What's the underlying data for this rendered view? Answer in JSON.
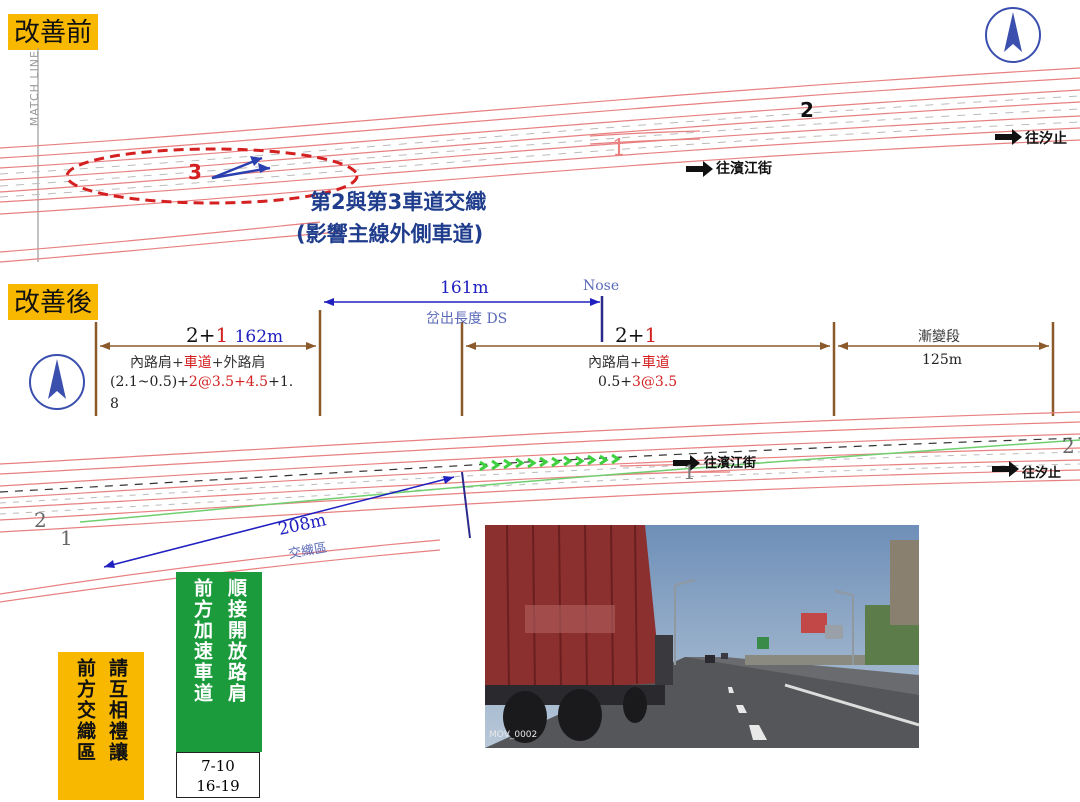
{
  "before": {
    "tag": "改善前",
    "match_line": "MATCH LINE",
    "lane_3": "3",
    "lane_2": "2",
    "lane_1": "1",
    "caption_line1": "第2與第3車道交織",
    "caption_line2": "(影響主線外側車道)",
    "to_binjiang": "往濱江街",
    "to_xizhi": "往汐止"
  },
  "after": {
    "tag": "改善後",
    "dim_161": "161m",
    "nose": "Nose",
    "divergence": "岔出長度 DS",
    "seg1_lanes_black": "2+",
    "seg1_lanes_red": "1",
    "seg1_len": "162m",
    "seg1_desc_a": "內路肩+",
    "seg1_desc_b": "車道",
    "seg1_desc_c": "+外路肩",
    "seg1_val_a": "(2.1~0.5)+",
    "seg1_val_b": "2@3.5+4.5",
    "seg1_val_c": "+1.",
    "seg1_val_d": "8",
    "seg2_lanes_black": "2+",
    "seg2_lanes_red": "1",
    "seg2_desc_a": "內路肩+",
    "seg2_desc_b": "車道",
    "seg2_val_a": "0.5+",
    "seg2_val_b": "3@3.5",
    "taper": "漸變段",
    "taper_len": "125m",
    "dim_208": "208m",
    "weave": "交織區",
    "lane_2_left": "2",
    "lane_1_left": "1",
    "lane_1_mid": "1",
    "lane_2_right": "2",
    "to_binjiang": "往濱江街",
    "to_xizhi": "往汐止"
  },
  "signs": {
    "green_col1": "前方加速車道",
    "green_col2": "順接開放路肩",
    "time1": "7-10",
    "time2": "16-19",
    "yellow_col1": "前方交織區",
    "yellow_col2": "請互相禮讓"
  },
  "photo": {
    "label": "MOV_0002"
  },
  "colors": {
    "tag_bg": "#f9b800",
    "sign_green": "#1c9b3d",
    "dim_brown": "#8a5a2b",
    "dim_blue": "#2020c0",
    "road_red": "#e88080"
  }
}
